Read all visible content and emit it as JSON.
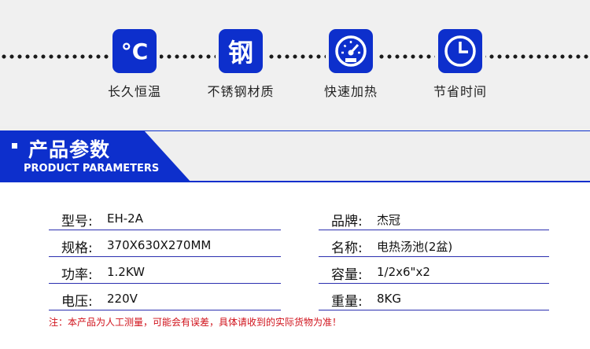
{
  "features": [
    {
      "glyph": "°C",
      "icon": "thermometer-celsius-icon",
      "label": "长久恒温"
    },
    {
      "glyph": "钢",
      "icon": "steel-character-icon",
      "label": "不锈钢材质"
    },
    {
      "glyph": "",
      "icon": "speedometer-icon",
      "label": "快速加热"
    },
    {
      "glyph": "",
      "icon": "clock-icon",
      "label": "节省时间"
    }
  ],
  "banner": {
    "title": "产品参数",
    "subtitle": "PRODUCT PARAMETERS"
  },
  "params": [
    {
      "key": "型号:",
      "value": "EH-2A"
    },
    {
      "key": "品牌:",
      "value": "杰冠"
    },
    {
      "key": "规格:",
      "value": "370X630X270MM"
    },
    {
      "key": "名称:",
      "value": "电热汤池(2盆)"
    },
    {
      "key": "功率:",
      "value": "1.2KW"
    },
    {
      "key": "容量:",
      "value": "1/2x6\"x2"
    },
    {
      "key": "电压:",
      "value": "220V"
    },
    {
      "key": "重量:",
      "value": "8KG"
    }
  ],
  "note": "注：本产品为人工测量，可能会有误差，具体请收到的实际货物为准！",
  "colors": {
    "brand_blue": "#0d2fcc",
    "note_red": "#d0121b"
  }
}
